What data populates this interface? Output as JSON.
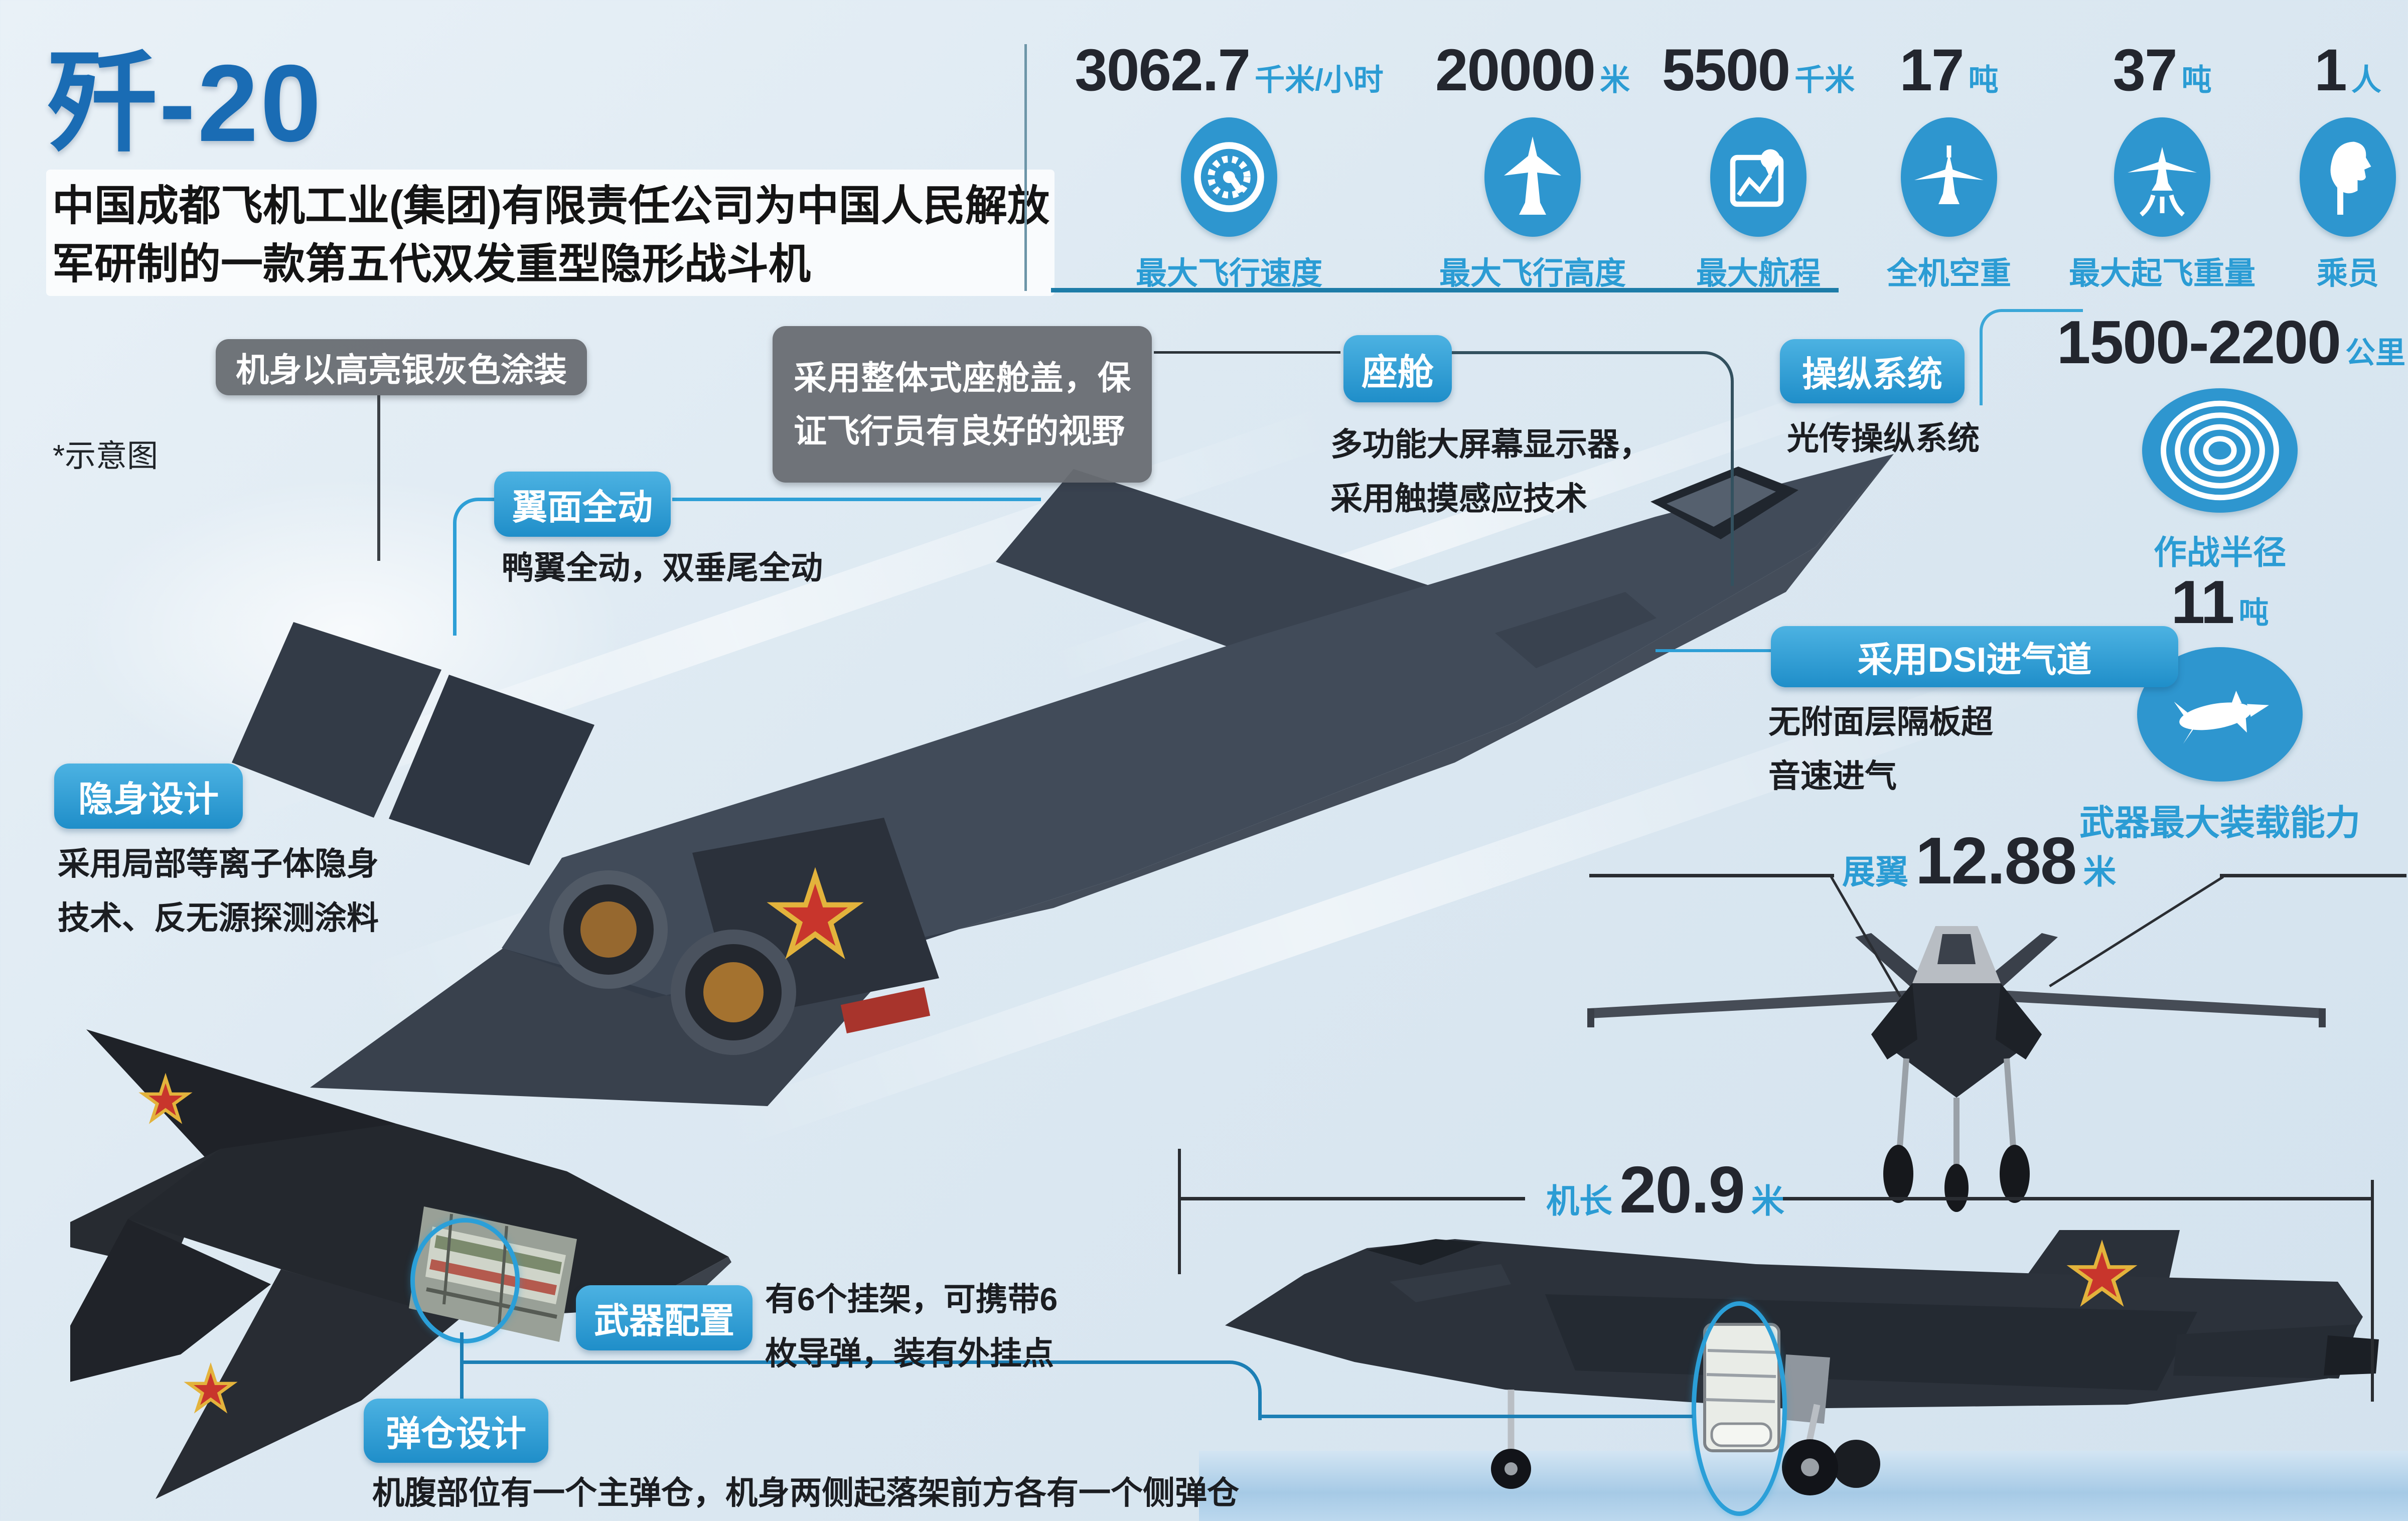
{
  "header": {
    "title": "歼-20",
    "description": "中国成都飞机工业(集团)有限责任公司为中国人民解放军研制的一款第五代双发重型隐形战斗机",
    "note": "*示意图"
  },
  "stats": [
    {
      "value": "3062.7",
      "unit": "千米/小时",
      "label": "最大飞行速度",
      "icon": "speedometer-icon"
    },
    {
      "value": "20000",
      "unit": "米",
      "label": "最大飞行高度",
      "icon": "jet-top-view-icon"
    },
    {
      "value": "5500",
      "unit": "千米",
      "label": "最大航程",
      "icon": "map-route-icon"
    },
    {
      "value": "17",
      "unit": "吨",
      "label": "全机空重",
      "icon": "jet-front-view-icon"
    },
    {
      "value": "37",
      "unit": "吨",
      "label": "最大起飞重量",
      "icon": "jet-takeoff-icon"
    },
    {
      "value": "1",
      "unit": "人",
      "label": "乘员",
      "icon": "pilot-icon"
    }
  ],
  "side_stats": [
    {
      "value": "1500-2200",
      "unit": "公里",
      "label": "作战半径",
      "icon": "radar-rings-icon"
    },
    {
      "value": "11",
      "unit": "吨",
      "label": "武器最大装载能力",
      "icon": "missile-icon"
    }
  ],
  "callouts": {
    "paint": "机身以高亮银灰色涂装",
    "canopy_note": "采用整体式座舱盖，保证飞行员有良好的视野",
    "cockpit": {
      "label": "座舱",
      "desc": "多功能大屏幕显示器，采用触摸感应技术"
    },
    "control": {
      "label": "操纵系统",
      "desc": "光传操纵系统"
    },
    "wings": {
      "label": "翼面全动",
      "desc": "鸭翼全动，双垂尾全动"
    },
    "intake": {
      "label": "采用DSI进气道",
      "desc": "无附面层隔板超音速进气"
    },
    "stealth": {
      "label": "隐身设计",
      "desc": "采用局部等离子体隐身技术、反无源探测涂料"
    },
    "weapons": {
      "label": "武器配置",
      "desc": "有6个挂架，可携带6枚导弹，装有外挂点"
    },
    "bay": {
      "label": "弹仓设计",
      "desc": "机腹部位有一个主弹仓，机身两侧起落架前方各有一个侧弹仓"
    }
  },
  "dimensions": {
    "wingspan": {
      "label": "展翼",
      "value": "12.88",
      "unit": "米"
    },
    "length": {
      "label": "机长",
      "value": "20.9",
      "unit": "米"
    }
  },
  "colors": {
    "accent_blue": "#2b9cd4",
    "icon_blue": "#2e96cf",
    "title_blue": "#1a6cb4",
    "pill_gray": "#686d72",
    "number_dark": "#23262e",
    "star_red": "#c8352c"
  }
}
